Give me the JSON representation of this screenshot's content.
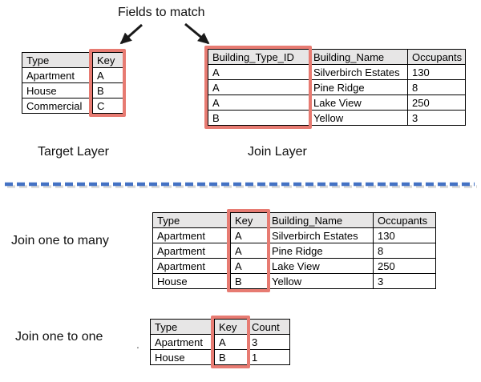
{
  "annotation": {
    "fields_to_match": "Fields to match"
  },
  "labels": {
    "target_layer": "Target Layer",
    "join_layer": "Join Layer",
    "one_to_many": "Join one to many",
    "one_to_one": "Join one to one",
    "stray_mark": "."
  },
  "colors": {
    "highlight_red": "#e77b72",
    "header_gray": "#e7e6e6",
    "divider_blue": "#4472c4",
    "arrow_black": "#1a1a1a"
  },
  "tables": {
    "target": {
      "headers": [
        "Type",
        "Key"
      ],
      "rows": [
        [
          "Apartment",
          "A"
        ],
        [
          "House",
          "B"
        ],
        [
          "Commercial",
          "C"
        ]
      ],
      "highlight_col": 1
    },
    "join": {
      "headers": [
        "Building_Type_ID",
        "Building_Name",
        "Occupants"
      ],
      "rows": [
        [
          "A",
          "Silverbirch Estates",
          "130"
        ],
        [
          "A",
          "Pine Ridge",
          "8"
        ],
        [
          "A",
          "Lake View",
          "250"
        ],
        [
          "B",
          "Yellow",
          "3"
        ]
      ],
      "highlight_col": 0
    },
    "one_to_many": {
      "headers": [
        "Type",
        "Key",
        "Building_Name",
        "Occupants"
      ],
      "rows": [
        [
          "Apartment",
          "A",
          "Silverbirch Estates",
          "130"
        ],
        [
          "Apartment",
          "A",
          "Pine Ridge",
          "8"
        ],
        [
          "Apartment",
          "A",
          "Lake View",
          "250"
        ],
        [
          "House",
          "B",
          "Yellow",
          "3"
        ]
      ],
      "highlight_col": 1
    },
    "one_to_one": {
      "headers": [
        "Type",
        "Key",
        "Count"
      ],
      "rows": [
        [
          "Apartment",
          "A",
          "3"
        ],
        [
          "House",
          "B",
          "1"
        ]
      ],
      "highlight_col": 1
    }
  }
}
